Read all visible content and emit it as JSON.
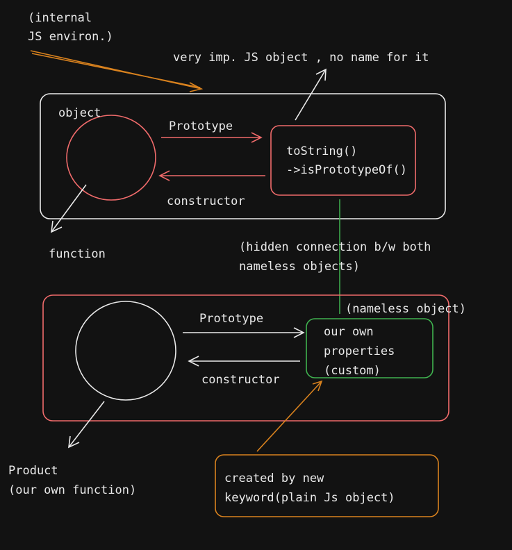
{
  "colors": {
    "background": "#121212",
    "white": "#e9e9e9",
    "red": "#f06b6b",
    "green": "#3fb24f",
    "orange": "#d9821e"
  },
  "notes": {
    "internal_line1": "(internal",
    "internal_line2": "JS environ.)",
    "very_imp": "very imp. JS object , no name for it",
    "hidden_line1": "(hidden connection b/w both",
    "hidden_line2": "nameless objects)"
  },
  "top": {
    "circle_label": "object",
    "prototype": "Prototype",
    "constructor": "constructor",
    "proto_box_line1": "toString()",
    "proto_box_line2": "->isPrototypeOf()",
    "function_label": "function"
  },
  "bottom": {
    "prototype": "Prototype",
    "constructor": "constructor",
    "nameless_label": "(nameless object)",
    "own_line1": "our own",
    "own_line2": "properties",
    "own_line3": "(custom)",
    "product_line1": "Product",
    "product_line2": "(our own function)"
  },
  "created": {
    "line1": "created by new",
    "line2": "keyword(plain Js object)"
  }
}
